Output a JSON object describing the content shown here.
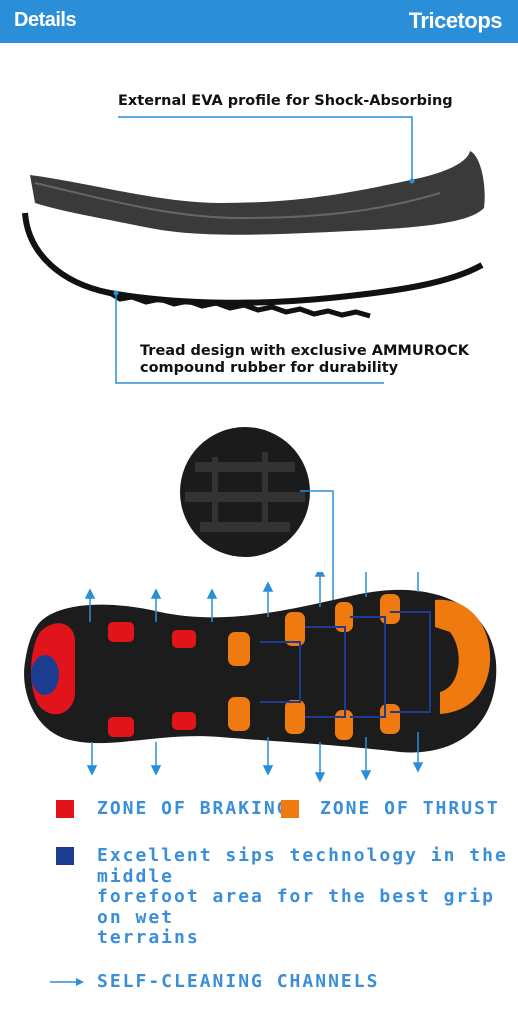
{
  "header": {
    "left_title": "Details",
    "brand": "Tricetops"
  },
  "annotations": {
    "eva_profile": "External EVA profile for Shock-Absorbing",
    "tread_line1": "Tread design with exclusive AMMUROCK",
    "tread_line2": "compound rubber for durability"
  },
  "legend": {
    "braking": {
      "label": "ZONE OF BRAKING",
      "color": "#e1141b"
    },
    "thrust": {
      "label": "ZONE OF THRUST",
      "color": "#ef7b10"
    },
    "sips": {
      "line1": "Excellent sips technology in the middle",
      "line2": "forefoot area for the best grip on wet",
      "line3": "terrains",
      "color": "#1c3d8f"
    },
    "channels": {
      "label": "SELF-CLEANING CHANNELS",
      "color": "#2a8fd8"
    }
  },
  "icons": {
    "arrow": "double-arrow-icon",
    "channels": "arrow-right-icon"
  }
}
